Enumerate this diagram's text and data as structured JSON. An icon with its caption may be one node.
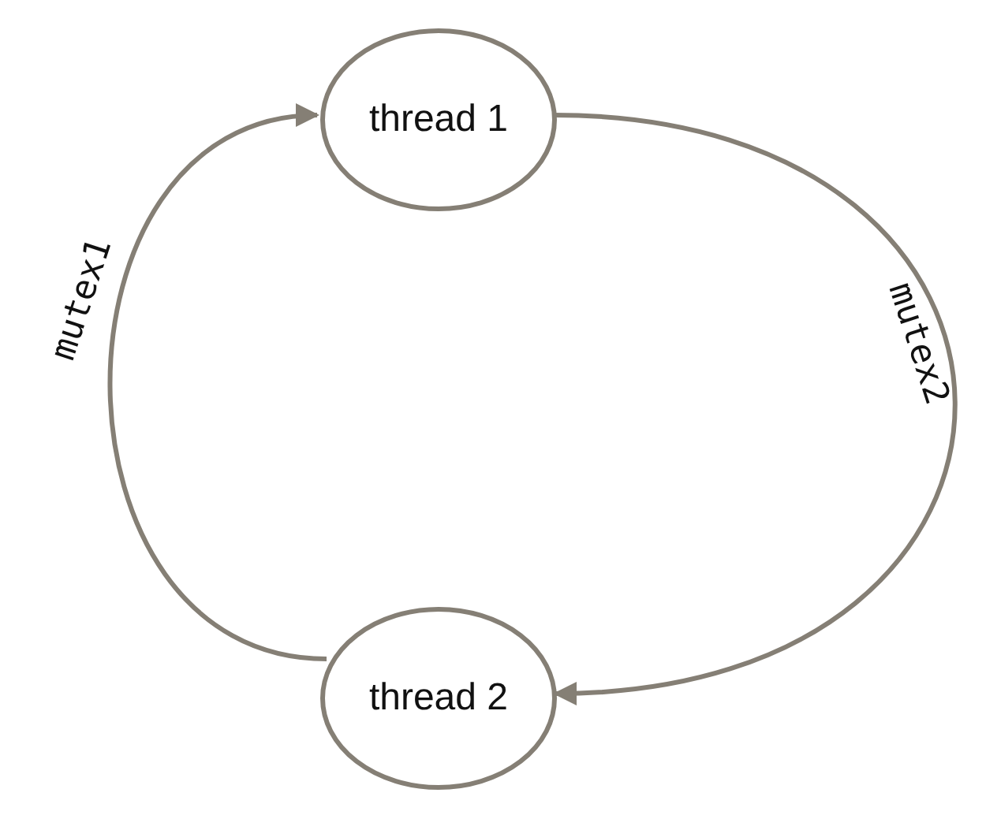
{
  "diagram": {
    "nodes": [
      {
        "text": [
          "thread 1"
        ]
      },
      {
        "text": [
          "thread 2"
        ]
      }
    ],
    "edges": [
      {
        "from": 1,
        "to": 0,
        "arrow": "to",
        "label": "mutex1"
      },
      {
        "from": 0,
        "to": 1,
        "arrow": "to",
        "label": "mutex2"
      }
    ]
  }
}
